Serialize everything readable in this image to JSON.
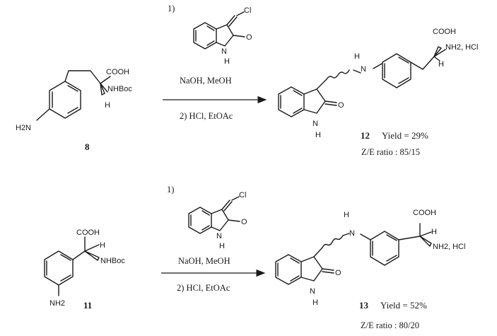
{
  "reactions": [
    {
      "reactant": {
        "number": "8",
        "labels": {
          "cooh": "COOH",
          "nhboc": "NHBoc",
          "h": "H",
          "amine": "H2N"
        }
      },
      "reagent": {
        "labels": {
          "cl": "Cl",
          "o": "O",
          "nh_n": "N",
          "nh_h": "H"
        }
      },
      "conditions": {
        "step1": "1)",
        "base": "NaOH, MeOH",
        "step2": "2) HCl, EtOAc"
      },
      "product": {
        "number": "12",
        "yield": "Yield = 29%",
        "ratio": "Z/E ratio : 85/15",
        "labels": {
          "cooh": "COOH",
          "nh2hcl": "NH2, HCl",
          "h": "H",
          "link_n": "N",
          "link_h": "H",
          "o": "O",
          "ring_n": "N",
          "ring_h": "H"
        }
      }
    },
    {
      "reactant": {
        "number": "11",
        "labels": {
          "cooh": "COOH",
          "nhboc": "NHBoc",
          "h": "H",
          "amine": "NH2"
        }
      },
      "reagent": {
        "labels": {
          "cl": "Cl",
          "o": "O",
          "nh_n": "N",
          "nh_h": "H"
        }
      },
      "conditions": {
        "step1": "1)",
        "base": "NaOH, MeOH",
        "step2": "2) HCl, EtOAc"
      },
      "product": {
        "number": "13",
        "yield": "Yield = 52%",
        "ratio": "Z/E ratio : 80/20",
        "labels": {
          "cooh": "COOH",
          "nh2hcl": "NH2, HCl",
          "h": "H",
          "link_n": "N",
          "link_h": "H",
          "o": "O",
          "ring_n": "N",
          "ring_h": "H"
        }
      }
    }
  ]
}
